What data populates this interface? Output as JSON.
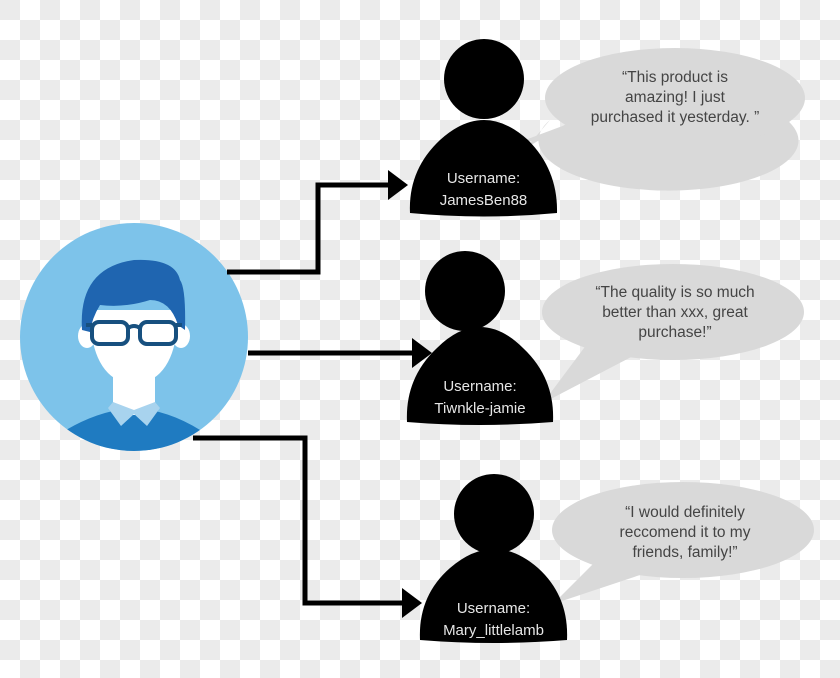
{
  "colors": {
    "avatar_bg": "#7dc3ea",
    "hair": "#1f65b0",
    "sweater": "#1f7bc1",
    "collar": "#a8d3ee",
    "glasses": "#17507f",
    "face": "#ffffff",
    "silhouette": "#000000",
    "bubble": "#d9d9d9",
    "arrow": "#000000"
  },
  "source": {
    "icon": "user-avatar-with-glasses-icon"
  },
  "users": [
    {
      "label_prefix": "Username:",
      "username": "JamesBen88",
      "comment": "“This product is amazing! I just purchased it yesterday. ”"
    },
    {
      "label_prefix": "Username:",
      "username": "Tiwnkle-jamie",
      "comment": "“The quality is so much better than xxx, great purchase!”"
    },
    {
      "label_prefix": "Username:",
      "username": "Mary_littlelamb",
      "comment": "“I would definitely reccomend it to my friends, family!”"
    }
  ]
}
